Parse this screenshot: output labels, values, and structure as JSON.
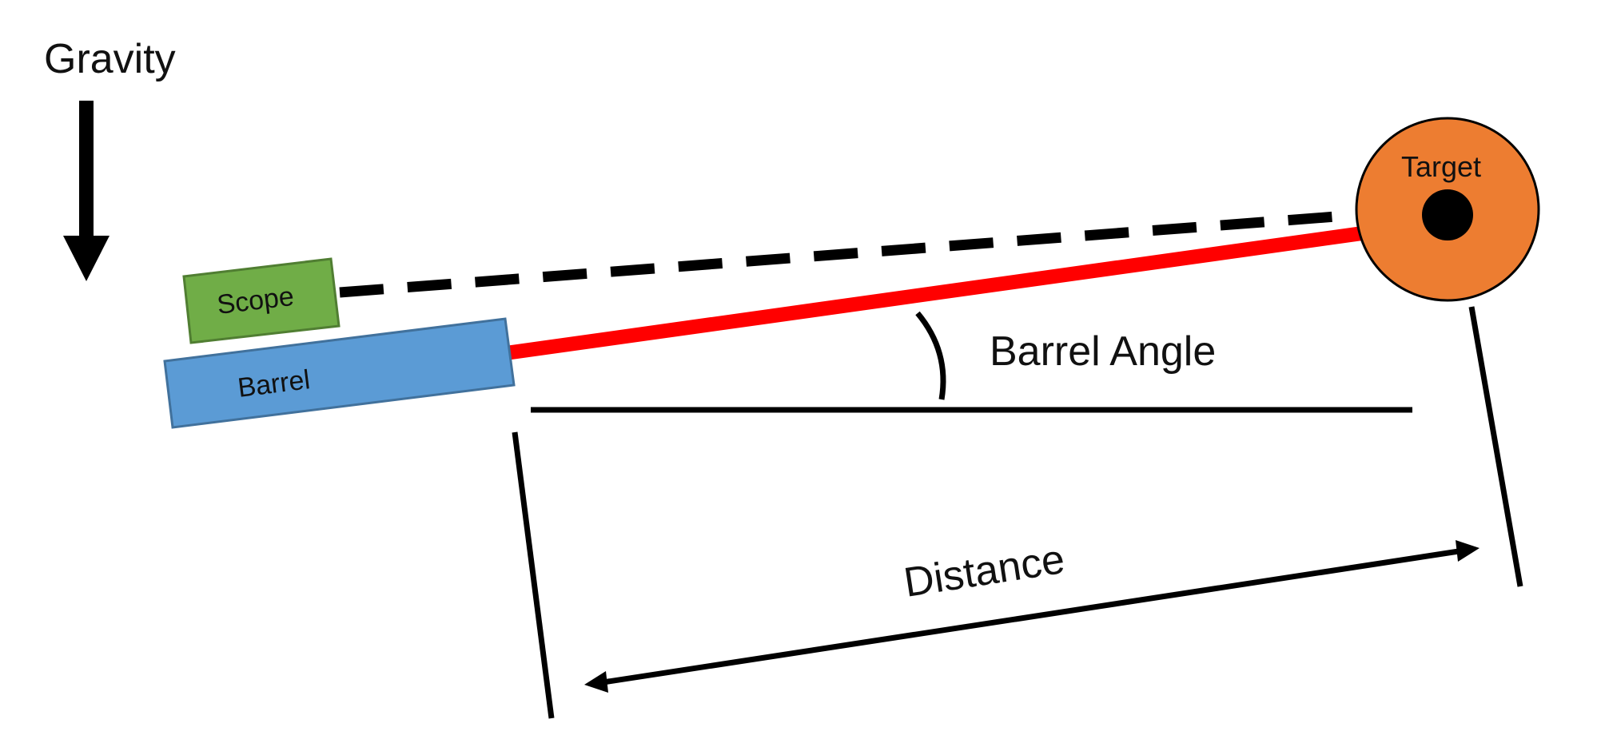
{
  "labels": {
    "gravity": "Gravity",
    "scope": "Scope",
    "barrel": "Barrel",
    "target": "Target",
    "barrel_angle": "Barrel Angle",
    "distance": "Distance"
  },
  "colors": {
    "scope_fill": "#70ad47",
    "scope_stroke": "#507e32",
    "barrel_fill": "#5b9bd5",
    "barrel_stroke": "#41719c",
    "target_fill": "#ed7d31",
    "bullet_path": "#ff0000",
    "line_of_sight": "#000000",
    "bullseye": "#000000"
  }
}
